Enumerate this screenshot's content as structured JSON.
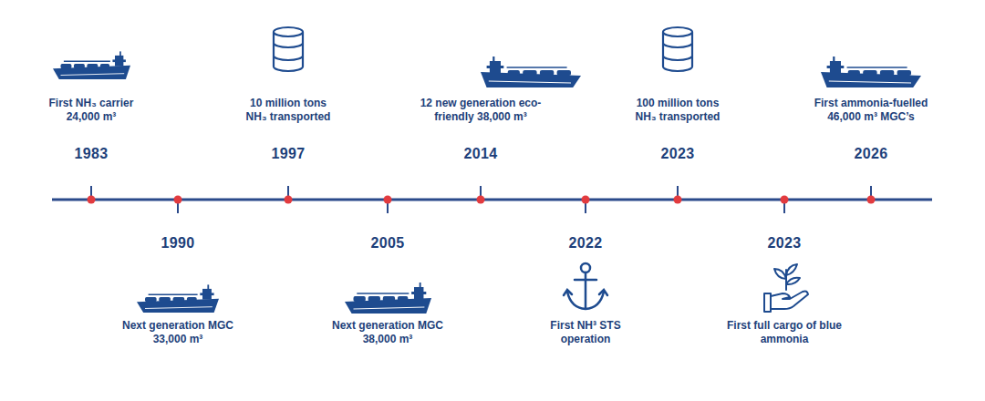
{
  "diagram": {
    "labels": [
      "1983",
      "First NH₃ carrier 24,000 m³",
      "1990",
      "Next generation MGC 33,000 m³",
      "1997",
      "10 million tons NH₃ transported",
      "2005",
      "Next generation MGC 38,000 m³",
      "2014",
      "12 new generation eco-friendly 38,000 m³",
      "2022",
      "First NH³ STS operation",
      "2023",
      "100 million tons NH₃ transported",
      "2023",
      "First full cargo of blue ammonia",
      "2026",
      "First ammonia-fuelled 46,000 m³ MGC’s"
    ]
  }
}
